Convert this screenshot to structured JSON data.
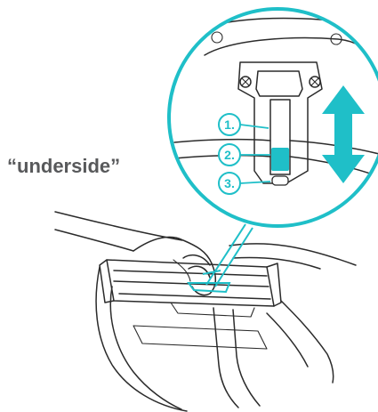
{
  "label": "“underside”",
  "steps": [
    "1.",
    "2.",
    "3."
  ],
  "colors": {
    "accent": "#1fbfc8",
    "ink": "#2b2b2b",
    "label": "#58595b"
  },
  "icons": {
    "adjust_arrow": "double-headed-vertical-arrow",
    "zoom": "magnifier-callout-circle"
  }
}
